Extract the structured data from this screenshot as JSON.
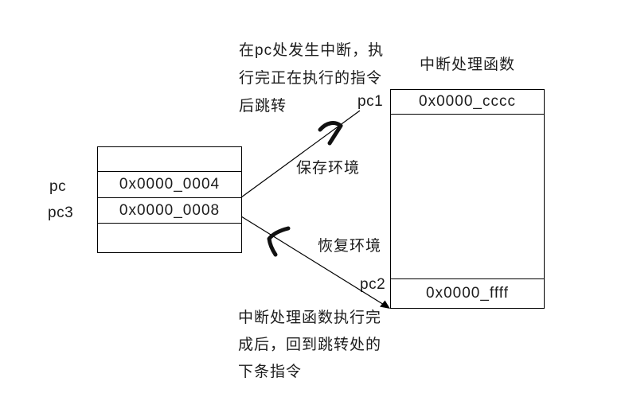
{
  "colors": {
    "ink": "#1c1c1c",
    "line": "#000000",
    "background": "#ffffff"
  },
  "top_note": {
    "lines": [
      "在pc处发生中断，执",
      "行完正在执行的指令",
      "后跳转"
    ]
  },
  "bottom_note": {
    "lines": [
      "中断处理函数执行完",
      "成后，回到跳转处的",
      "下条指令"
    ]
  },
  "memory_table": {
    "rows": [
      {
        "label": "",
        "value": ""
      },
      {
        "label": "pc",
        "value": "0x0000_0004"
      },
      {
        "label": "pc3",
        "value": "0x0000_0008"
      },
      {
        "label": "",
        "value": ""
      }
    ]
  },
  "handler_box": {
    "title": "中断处理函数",
    "entry_label": "pc1",
    "entry_value": "0x0000_cccc",
    "exit_label": "pc2",
    "exit_value": "0x0000_ffff"
  },
  "arrows": {
    "save_label": "保存环境",
    "restore_label": "恢复环境"
  }
}
